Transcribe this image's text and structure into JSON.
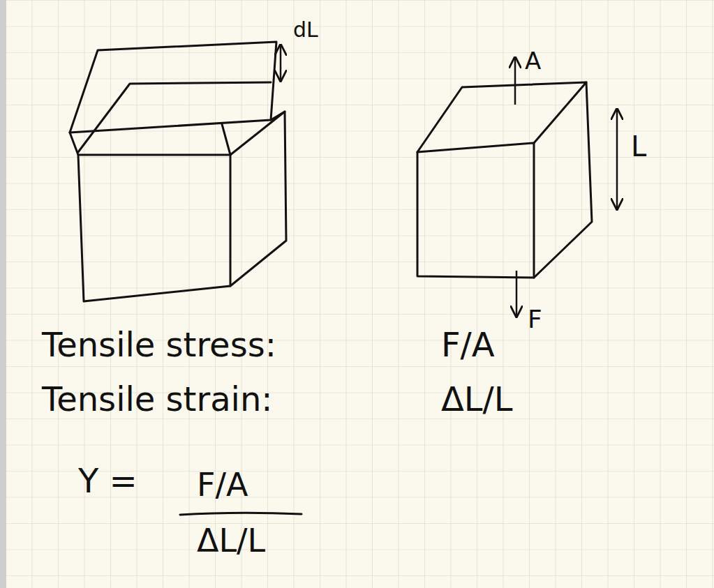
{
  "diagram": {
    "labels": [
      "dL",
      "A",
      "L",
      "F",
      "Tensile stress:",
      "F/A",
      "Tensile strain:",
      "ΔL/L",
      "Y =",
      "F/A",
      "ΔL/L"
    ]
  }
}
